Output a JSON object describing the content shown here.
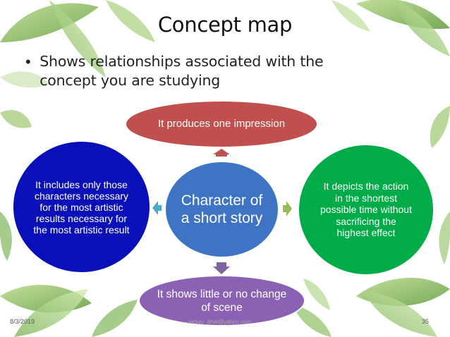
{
  "slide": {
    "title": "Concept map",
    "bullet": "Shows relationships associated with the concept you are studying"
  },
  "concept_map": {
    "center": "Character of a short story",
    "top": "It produces one impression",
    "left": "It includes only those characters necessary for the most artistic results necessary for the most artistic result",
    "right": "It depicts the action in the shortest possible time without sacrificing the highest effect",
    "bottom": "It shows little or no change of scene"
  },
  "colors": {
    "center": "#3f73c4",
    "top": "#c0504d",
    "left": "#0a10b8",
    "right": "#00ab48",
    "bottom": "#8b62b3",
    "arrow_top": "#c0504d",
    "arrow_left": "#4bacc6",
    "arrow_right": "#9bbb59",
    "arrow_bottom": "#8064a2"
  },
  "footer": {
    "date": "8/3/2019",
    "email": "sanjay_bhat@yahoo.com",
    "page": "35"
  }
}
